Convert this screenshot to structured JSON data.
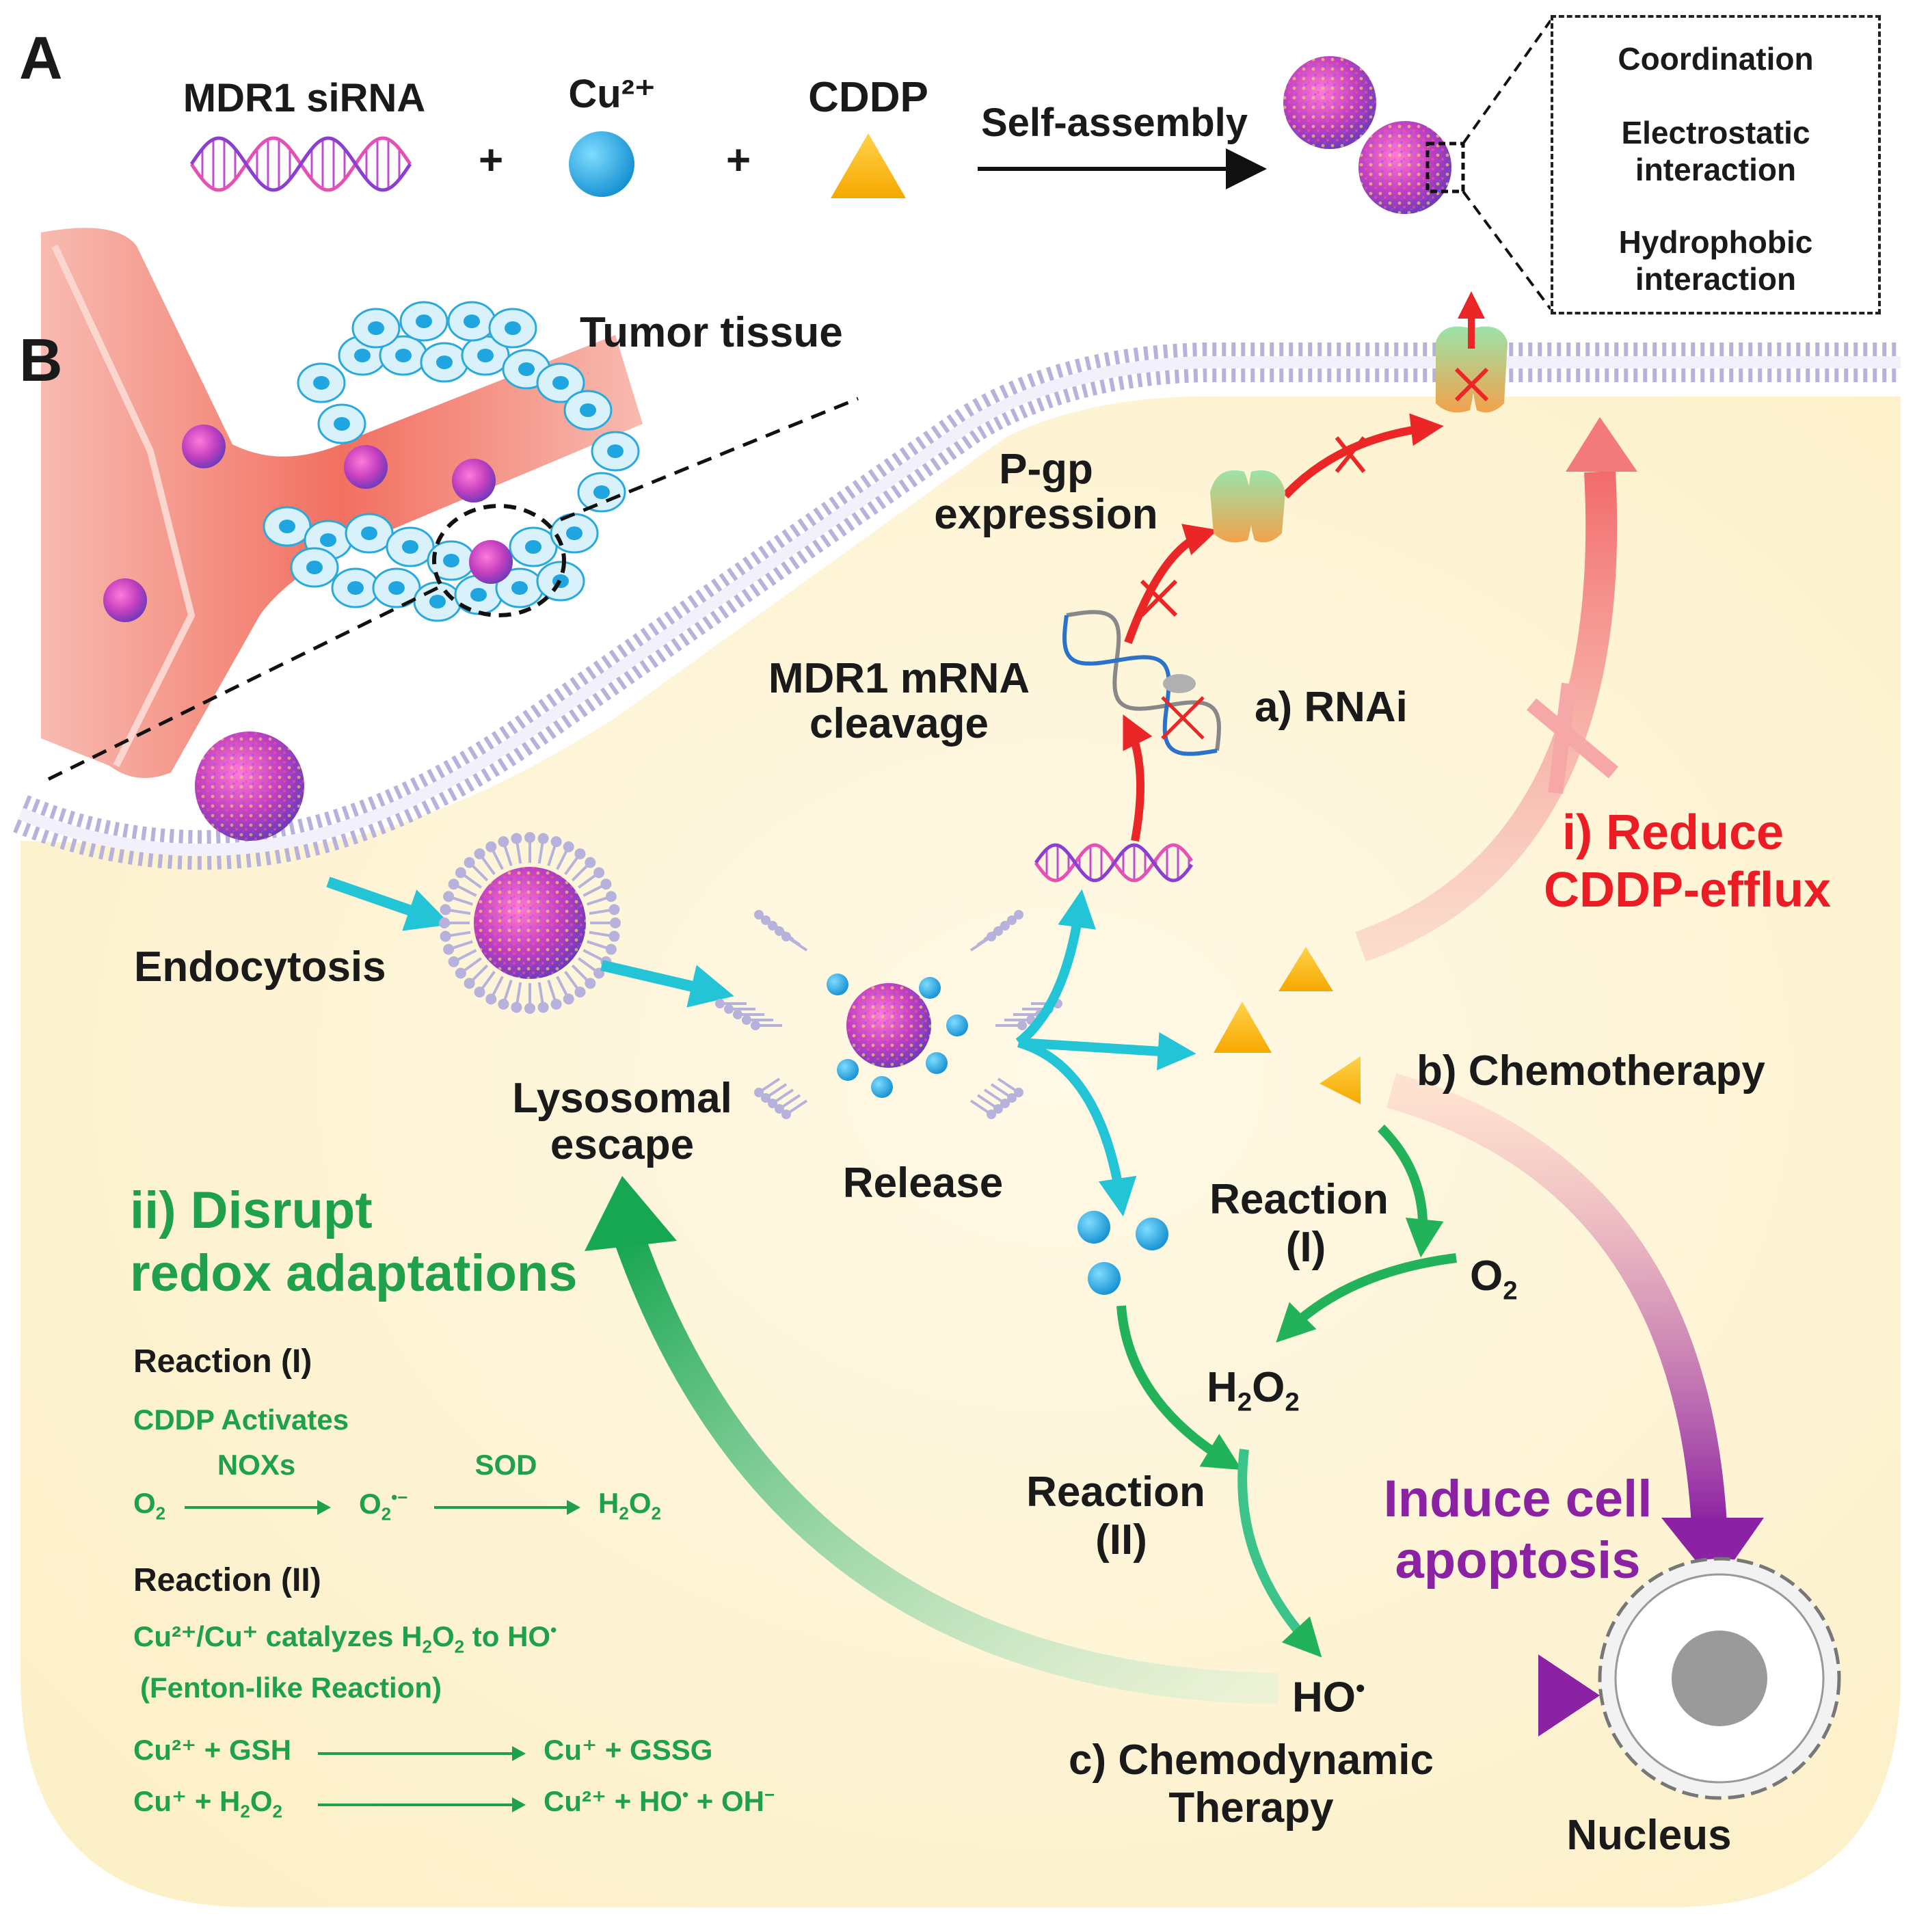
{
  "panel_a": {
    "label": "A",
    "sirna": "MDR1 siRNA",
    "plus1": "+",
    "copper": "Cu²⁺",
    "plus2": "+",
    "cddp": "CDDP",
    "arrow_label": "Self-assembly",
    "interactions": {
      "coordination": "Coordination",
      "electrostatic_1": "Electrostatic",
      "electrostatic_2": "interaction",
      "hydrophobic_1": "Hydrophobic",
      "hydrophobic_2": "interaction"
    }
  },
  "panel_b": {
    "label": "B",
    "tumor_tissue": "Tumor tissue",
    "pgp_1": "P-gp",
    "pgp_2": "expression",
    "mrna_1": "MDR1 mRNA",
    "mrna_2": "cleavage",
    "rnai": "a) RNAi",
    "reduce_1": "i) Reduce",
    "reduce_2": "CDDP-efflux",
    "endocytosis": "Endocytosis",
    "lysosomal_1": "Lysosomal",
    "lysosomal_2": "escape",
    "release": "Release",
    "chemotherapy": "b) Chemotherapy",
    "disrupt_1": "ii) Disrupt",
    "disrupt_2": "redox adaptations",
    "reaction1_1": "Reaction",
    "reaction1_2": "(I)",
    "o2": "O",
    "o2_sub": "2",
    "h2o2_a": "H",
    "h2o2_sub1": "2",
    "h2o2_b": "O",
    "h2o2_sub2": "2",
    "reaction2_1": "Reaction",
    "reaction2_2": "(II)",
    "induce_1": "Induce cell",
    "induce_2": "apoptosis",
    "ho": "HO",
    "ho_dot": "•",
    "cdt_1": "c) Chemodynamic",
    "cdt_2": "Therapy",
    "nucleus": "Nucleus"
  },
  "legend": {
    "r1_title": "Reaction (I)",
    "r1_desc": "CDDP Activates",
    "r1_eq_o2": "O",
    "r1_eq_o2_sub": "2",
    "r1_cat1": "NOXs",
    "r1_eq_sup": "O",
    "r1_eq_sup_sub": "2",
    "r1_eq_sup_sup": "•−",
    "r1_cat2": "SOD",
    "r1_eq_h": "H",
    "r1_eq_h_sub1": "2",
    "r1_eq_o": "O",
    "r1_eq_h_sub2": "2",
    "r2_title": "Reaction (II)",
    "r2_desc_a": "Cu²⁺/Cu⁺ catalyzes H",
    "r2_desc_sub1": "2",
    "r2_desc_b": "O",
    "r2_desc_sub2": "2",
    "r2_desc_c": " to HO",
    "r2_desc_dot": "•",
    "r2_fenton": "(Fenton-like Reaction)",
    "eq3_left": "Cu²⁺ + GSH",
    "eq3_right": "Cu⁺ + GSSG",
    "eq4_left_a": "Cu⁺  + H",
    "eq4_sub1": "2",
    "eq4_left_b": "O",
    "eq4_sub2": "2",
    "eq4_right_a": "Cu²⁺ + HO",
    "eq4_dot": "•",
    "eq4_right_b": " + OH",
    "eq4_minus": "−"
  }
}
